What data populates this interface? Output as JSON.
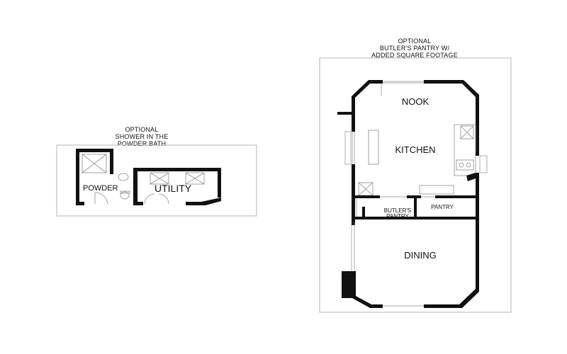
{
  "left_plan": {
    "caption": [
      "OPTIONAL",
      "SHOWER IN THE",
      "POWDER BATH"
    ],
    "rooms": {
      "powder": "POWDER",
      "utility": "UTILITY"
    }
  },
  "right_plan": {
    "caption": [
      "OPTIONAL",
      "BUTLER'S PANTRY W/",
      "ADDED SQUARE FOOTAGE"
    ],
    "rooms": {
      "nook": "NOOK",
      "kitchen": "KITCHEN",
      "butlers_pantry": [
        "BUTLER'S",
        "PANTRY"
      ],
      "pantry": "PANTRY",
      "dining": "DINING"
    }
  },
  "colors": {
    "wall": "#111111",
    "frame": "#b5b5b5",
    "fixture": "#8a8a8a"
  }
}
